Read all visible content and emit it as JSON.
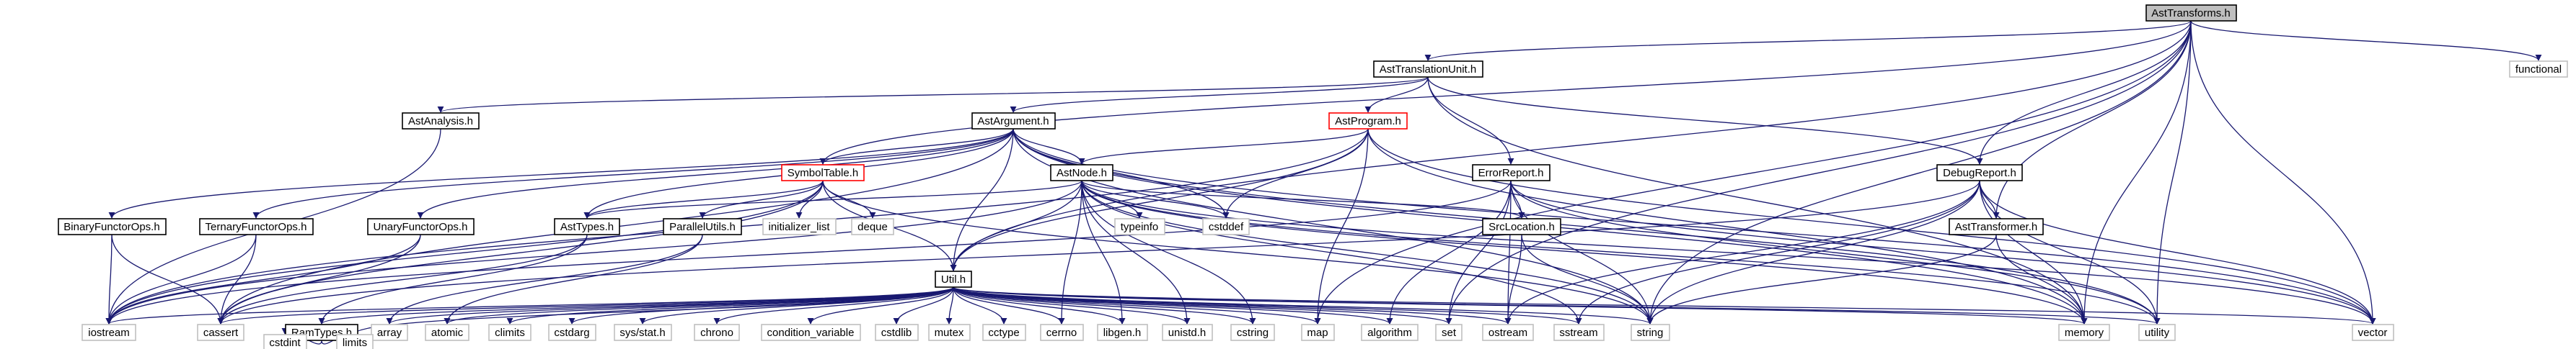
{
  "colors": {
    "edge": "#191970",
    "root_fill": "#bfbfbf",
    "root_stroke": "#000000",
    "file_stroke": "#000000",
    "error_stroke": "#ff0000",
    "system_stroke": "#bfbfbf",
    "background": "#ffffff"
  },
  "graph": {
    "nodes": [
      {
        "id": "AstTransforms",
        "label": "AstTransforms.h",
        "kind": "root"
      },
      {
        "id": "AstTranslationUnit",
        "label": "AstTranslationUnit.h",
        "kind": "file"
      },
      {
        "id": "functional",
        "label": "functional",
        "kind": "system"
      },
      {
        "id": "AstAnalysis",
        "label": "AstAnalysis.h",
        "kind": "file"
      },
      {
        "id": "AstArgument",
        "label": "AstArgument.h",
        "kind": "file"
      },
      {
        "id": "AstProgram",
        "label": "AstProgram.h",
        "kind": "error"
      },
      {
        "id": "SymbolTable",
        "label": "SymbolTable.h",
        "kind": "error"
      },
      {
        "id": "AstNode",
        "label": "AstNode.h",
        "kind": "file"
      },
      {
        "id": "ErrorReport",
        "label": "ErrorReport.h",
        "kind": "file"
      },
      {
        "id": "DebugReport",
        "label": "DebugReport.h",
        "kind": "file"
      },
      {
        "id": "BinaryFunctorOps",
        "label": "BinaryFunctorOps.h",
        "kind": "file"
      },
      {
        "id": "TernaryFunctorOps",
        "label": "TernaryFunctorOps.h",
        "kind": "file"
      },
      {
        "id": "UnaryFunctorOps",
        "label": "UnaryFunctorOps.h",
        "kind": "file"
      },
      {
        "id": "AstTypes",
        "label": "AstTypes.h",
        "kind": "file"
      },
      {
        "id": "ParallelUtils",
        "label": "ParallelUtils.h",
        "kind": "file"
      },
      {
        "id": "initializer_list",
        "label": "initializer_list",
        "kind": "system"
      },
      {
        "id": "deque",
        "label": "deque",
        "kind": "system"
      },
      {
        "id": "typeinfo",
        "label": "typeinfo",
        "kind": "system"
      },
      {
        "id": "cstddef",
        "label": "cstddef",
        "kind": "system"
      },
      {
        "id": "SrcLocation",
        "label": "SrcLocation.h",
        "kind": "file"
      },
      {
        "id": "AstTransformer",
        "label": "AstTransformer.h",
        "kind": "file"
      },
      {
        "id": "Util",
        "label": "Util.h",
        "kind": "file"
      },
      {
        "id": "iostream",
        "label": "iostream",
        "kind": "system"
      },
      {
        "id": "cassert",
        "label": "cassert",
        "kind": "system"
      },
      {
        "id": "RamTypes",
        "label": "RamTypes.h",
        "kind": "file"
      },
      {
        "id": "array",
        "label": "array",
        "kind": "system"
      },
      {
        "id": "atomic",
        "label": "atomic",
        "kind": "system"
      },
      {
        "id": "climits",
        "label": "climits",
        "kind": "system"
      },
      {
        "id": "cstdarg",
        "label": "cstdarg",
        "kind": "system"
      },
      {
        "id": "sysstat",
        "label": "sys/stat.h",
        "kind": "system"
      },
      {
        "id": "chrono",
        "label": "chrono",
        "kind": "system"
      },
      {
        "id": "condition_variable",
        "label": "condition_variable",
        "kind": "system"
      },
      {
        "id": "cstdlib",
        "label": "cstdlib",
        "kind": "system"
      },
      {
        "id": "mutex",
        "label": "mutex",
        "kind": "system"
      },
      {
        "id": "cctype",
        "label": "cctype",
        "kind": "system"
      },
      {
        "id": "cerrno",
        "label": "cerrno",
        "kind": "system"
      },
      {
        "id": "libgen",
        "label": "libgen.h",
        "kind": "system"
      },
      {
        "id": "unistd",
        "label": "unistd.h",
        "kind": "system"
      },
      {
        "id": "cstring",
        "label": "cstring",
        "kind": "system"
      },
      {
        "id": "map",
        "label": "map",
        "kind": "system"
      },
      {
        "id": "algorithm",
        "label": "algorithm",
        "kind": "system"
      },
      {
        "id": "set",
        "label": "set",
        "kind": "system"
      },
      {
        "id": "ostream",
        "label": "ostream",
        "kind": "system"
      },
      {
        "id": "sstream",
        "label": "sstream",
        "kind": "system"
      },
      {
        "id": "string",
        "label": "string",
        "kind": "system"
      },
      {
        "id": "memory",
        "label": "memory",
        "kind": "system"
      },
      {
        "id": "utility",
        "label": "utility",
        "kind": "system"
      },
      {
        "id": "vector",
        "label": "vector",
        "kind": "system"
      },
      {
        "id": "cstdint",
        "label": "cstdint",
        "kind": "system"
      },
      {
        "id": "limits",
        "label": "limits",
        "kind": "system"
      }
    ],
    "edges": [
      [
        "AstTransforms",
        "AstTranslationUnit"
      ],
      [
        "AstTransforms",
        "functional"
      ],
      [
        "AstTransforms",
        "DebugReport"
      ],
      [
        "AstTransforms",
        "AstTransformer"
      ],
      [
        "AstTransforms",
        "Util"
      ],
      [
        "AstTransforms",
        "map"
      ],
      [
        "AstTransforms",
        "memory"
      ],
      [
        "AstTransforms",
        "set"
      ],
      [
        "AstTransforms",
        "string"
      ],
      [
        "AstTransforms",
        "utility"
      ],
      [
        "AstTransforms",
        "vector"
      ],
      [
        "AstTransforms",
        "SymbolTable"
      ],
      [
        "AstTranslationUnit",
        "AstAnalysis"
      ],
      [
        "AstTranslationUnit",
        "AstArgument"
      ],
      [
        "AstTranslationUnit",
        "AstProgram"
      ],
      [
        "AstTranslationUnit",
        "ErrorReport"
      ],
      [
        "AstTranslationUnit",
        "DebugReport"
      ],
      [
        "AstTranslationUnit",
        "memory"
      ],
      [
        "AstAnalysis",
        "iostream"
      ],
      [
        "AstArgument",
        "SymbolTable"
      ],
      [
        "AstArgument",
        "AstNode"
      ],
      [
        "AstArgument",
        "BinaryFunctorOps"
      ],
      [
        "AstArgument",
        "TernaryFunctorOps"
      ],
      [
        "AstArgument",
        "UnaryFunctorOps"
      ],
      [
        "AstArgument",
        "AstTypes"
      ],
      [
        "AstArgument",
        "cstddef"
      ],
      [
        "AstArgument",
        "Util"
      ],
      [
        "AstArgument",
        "cassert"
      ],
      [
        "AstArgument",
        "string"
      ],
      [
        "AstArgument",
        "memory"
      ],
      [
        "AstArgument",
        "utility"
      ],
      [
        "AstArgument",
        "vector"
      ],
      [
        "AstProgram",
        "AstNode"
      ],
      [
        "AstProgram",
        "Util"
      ],
      [
        "AstProgram",
        "cstddef"
      ],
      [
        "AstProgram",
        "map"
      ],
      [
        "AstProgram",
        "iostream"
      ],
      [
        "AstProgram",
        "memory"
      ],
      [
        "AstProgram",
        "vector"
      ],
      [
        "SymbolTable",
        "ParallelUtils"
      ],
      [
        "SymbolTable",
        "initializer_list"
      ],
      [
        "SymbolTable",
        "deque"
      ],
      [
        "SymbolTable",
        "Util"
      ],
      [
        "SymbolTable",
        "iostream"
      ],
      [
        "SymbolTable",
        "cassert"
      ],
      [
        "SymbolTable",
        "string"
      ],
      [
        "SymbolTable",
        "AstTypes"
      ],
      [
        "AstNode",
        "Util"
      ],
      [
        "AstNode",
        "SrcLocation"
      ],
      [
        "AstNode",
        "typeinfo"
      ],
      [
        "AstNode",
        "cstddef"
      ],
      [
        "AstNode",
        "AstTypes"
      ],
      [
        "AstNode",
        "iostream"
      ],
      [
        "AstNode",
        "memory"
      ],
      [
        "AstNode",
        "string"
      ],
      [
        "AstNode",
        "utility"
      ],
      [
        "AstNode",
        "vector"
      ],
      [
        "AstNode",
        "sstream"
      ],
      [
        "AstNode",
        "libgen"
      ],
      [
        "AstNode",
        "unistd"
      ],
      [
        "AstNode",
        "cstring"
      ],
      [
        "AstNode",
        "cerrno"
      ],
      [
        "ErrorReport",
        "SrcLocation"
      ],
      [
        "ErrorReport",
        "algorithm"
      ],
      [
        "ErrorReport",
        "ostream"
      ],
      [
        "ErrorReport",
        "set"
      ],
      [
        "ErrorReport",
        "string"
      ],
      [
        "ErrorReport",
        "utility"
      ],
      [
        "ErrorReport",
        "vector"
      ],
      [
        "ErrorReport",
        "iostream"
      ],
      [
        "DebugReport",
        "AstTransformer"
      ],
      [
        "DebugReport",
        "ostream"
      ],
      [
        "DebugReport",
        "sstream"
      ],
      [
        "DebugReport",
        "string"
      ],
      [
        "DebugReport",
        "memory"
      ],
      [
        "DebugReport",
        "vector"
      ],
      [
        "DebugReport",
        "utility"
      ],
      [
        "DebugReport",
        "cassert"
      ],
      [
        "BinaryFunctorOps",
        "iostream"
      ],
      [
        "BinaryFunctorOps",
        "cassert"
      ],
      [
        "TernaryFunctorOps",
        "iostream"
      ],
      [
        "TernaryFunctorOps",
        "cassert"
      ],
      [
        "UnaryFunctorOps",
        "iostream"
      ],
      [
        "UnaryFunctorOps",
        "cassert"
      ],
      [
        "AstTypes",
        "RamTypes"
      ],
      [
        "AstTypes",
        "cassert"
      ],
      [
        "ParallelUtils",
        "array"
      ],
      [
        "ParallelUtils",
        "atomic"
      ],
      [
        "SrcLocation",
        "ostream"
      ],
      [
        "SrcLocation",
        "string"
      ],
      [
        "AstTransformer",
        "string"
      ],
      [
        "AstTransformer",
        "memory"
      ],
      [
        "Util",
        "RamTypes"
      ],
      [
        "Util",
        "iostream"
      ],
      [
        "Util",
        "cassert"
      ],
      [
        "Util",
        "array"
      ],
      [
        "Util",
        "atomic"
      ],
      [
        "Util",
        "climits"
      ],
      [
        "Util",
        "cstdarg"
      ],
      [
        "Util",
        "sysstat"
      ],
      [
        "Util",
        "chrono"
      ],
      [
        "Util",
        "condition_variable"
      ],
      [
        "Util",
        "cstdlib"
      ],
      [
        "Util",
        "mutex"
      ],
      [
        "Util",
        "cctype"
      ],
      [
        "Util",
        "cerrno"
      ],
      [
        "Util",
        "libgen"
      ],
      [
        "Util",
        "unistd"
      ],
      [
        "Util",
        "cstring"
      ],
      [
        "Util",
        "map"
      ],
      [
        "Util",
        "algorithm"
      ],
      [
        "Util",
        "set"
      ],
      [
        "Util",
        "ostream"
      ],
      [
        "Util",
        "sstream"
      ],
      [
        "Util",
        "string"
      ],
      [
        "Util",
        "memory"
      ],
      [
        "Util",
        "utility"
      ],
      [
        "Util",
        "vector"
      ],
      [
        "Util",
        "limits"
      ],
      [
        "RamTypes",
        "cstdint"
      ],
      [
        "RamTypes",
        "limits"
      ]
    ]
  }
}
